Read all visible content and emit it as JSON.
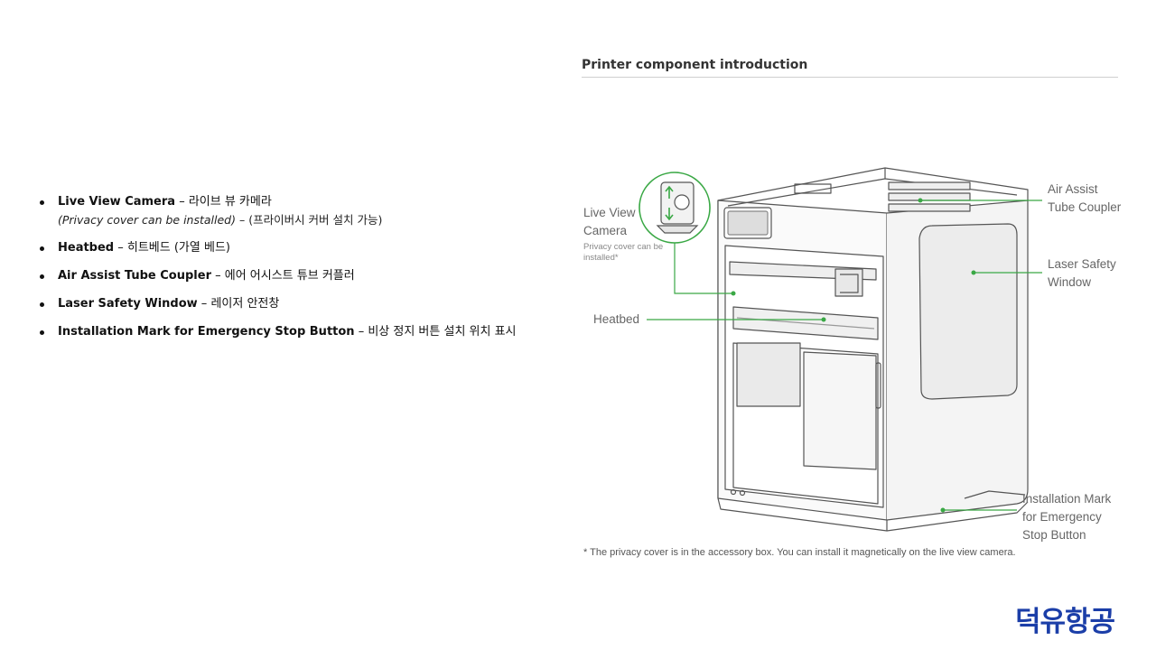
{
  "bullets": [
    {
      "label": "Live View Camera",
      "dash": " – ",
      "ko": "라이브 뷰 카메라",
      "note": "(Privacy cover can be installed)",
      "note_dash": " – ",
      "note_ko": "(프라이버시 커버 설치 가능)"
    },
    {
      "label": "Heatbed",
      "dash": " – ",
      "ko": "히트베드 (가열 베드)"
    },
    {
      "label": "Air Assist Tube Coupler",
      "dash": " – ",
      "ko": "에어 어시스트 튜브 커플러"
    },
    {
      "label": "Laser Safety Window",
      "dash": " – ",
      "ko": "레이저 안전창"
    },
    {
      "label": "Installation Mark for Emergency Stop Button",
      "dash": " – ",
      "ko": "비상 정지 버튼 설치 위치 표시"
    }
  ],
  "panel": {
    "title": "Printer component introduction",
    "labels": {
      "camera_1": "Live View",
      "camera_2": "Camera",
      "camera_note_1": "Privacy cover can be",
      "camera_note_2": "installed*",
      "heatbed": "Heatbed",
      "air_1": "Air Assist",
      "air_2": "Tube Coupler",
      "window_1": "Laser Safety",
      "window_2": "Window",
      "mark_1": "Installation Mark",
      "mark_2": "for Emergency",
      "mark_3": "Stop Button"
    },
    "footnote": "* The privacy cover is in the accessory box. You can install it magnetically on the live view camera."
  },
  "logo": "덕유항공",
  "colors": {
    "accent": "#3aa845",
    "line": "#555555",
    "logo": "#1b3ea8"
  }
}
